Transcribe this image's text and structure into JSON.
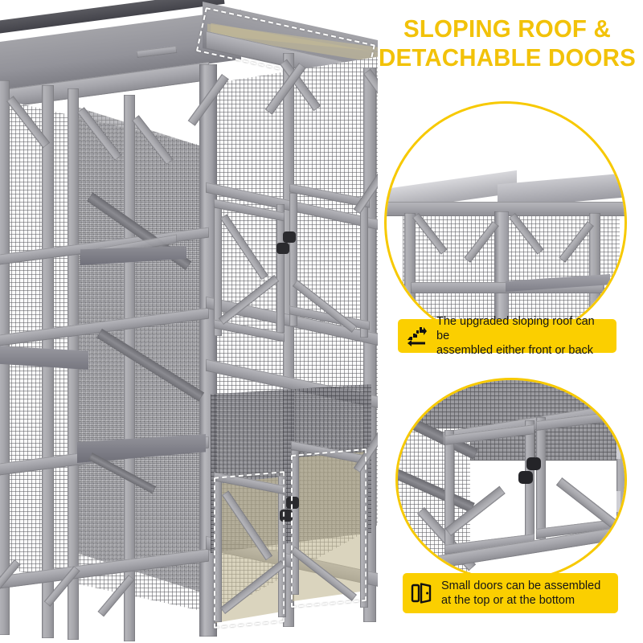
{
  "headline": {
    "line1": "SLOPING ROOF &",
    "line2": "DETACHABLE DOORS",
    "full": "SLOPING ROOF &\nDETACHABLE DOORS",
    "color": "#F2C209"
  },
  "product": {
    "name": "Wooden outdoor cat house catio enclosure",
    "frame_color": "#A7A7AC",
    "roof_color": "#93939A",
    "mesh_color": "#5C5C62",
    "highlight_fill": "#C4BA96",
    "highlight_outline": "#FFFFFF",
    "highlighted_parts": [
      "sloping-roof-panel",
      "lower-left-small-door",
      "lower-right-small-door"
    ]
  },
  "insets": [
    {
      "id": "inset-roof",
      "alt": "Close-up of the sloping roof mounted on the frame",
      "caption": {
        "icon": "stairs-arrow-icon",
        "line1": "The upgraded sloping roof can be",
        "line2": "assembled either front or back",
        "full": "The upgraded sloping roof can be\nassembled either front or back"
      }
    },
    {
      "id": "inset-doors",
      "alt": "Close-up of the pair of small detachable doors with latch",
      "caption": {
        "icon": "open-door-icon",
        "line1": "Small doors can be assembled",
        "line2": "at the top or at the bottom",
        "full": "Small doors can be assembled\nat the top or at the bottom"
      }
    }
  ],
  "colors": {
    "accent_yellow": "#FBCF00",
    "title_yellow": "#F2C209",
    "ring_yellow": "#F7C900",
    "caption_text": "#161616",
    "background": "#FFFFFF"
  }
}
